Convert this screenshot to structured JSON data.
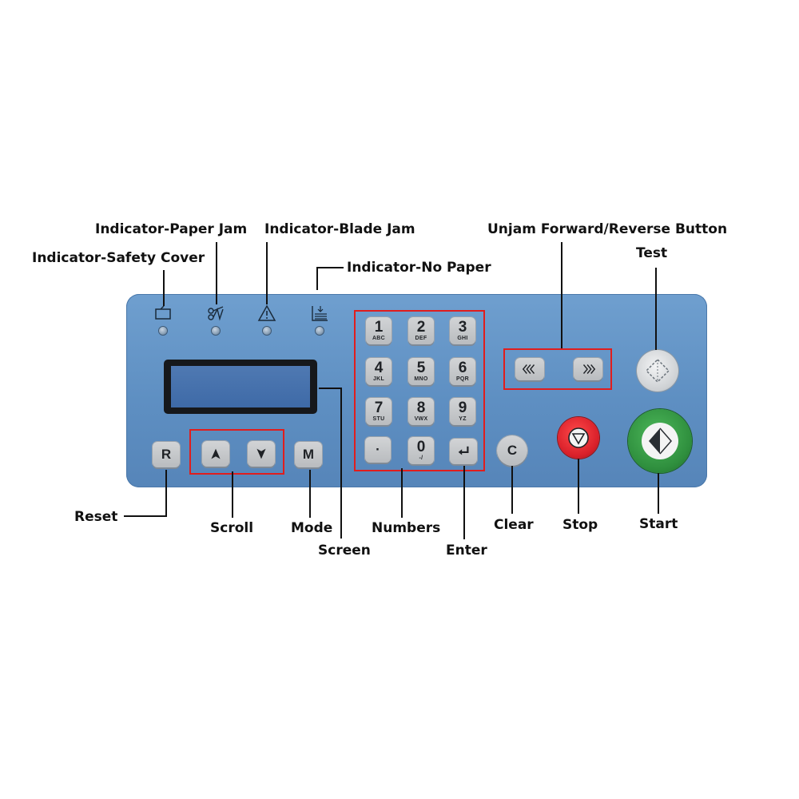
{
  "labels": {
    "safety_cover": "Indicator-Safety Cover",
    "paper_jam": "Indicator-Paper Jam",
    "blade_jam": "Indicator-Blade Jam",
    "no_paper": "Indicator-No Paper",
    "unjam": "Unjam Forward/Reverse Button",
    "test": "Test",
    "reset": "Reset",
    "scroll": "Scroll",
    "mode": "Mode",
    "screen": "Screen",
    "numbers": "Numbers",
    "enter": "Enter",
    "clear": "Clear",
    "stop": "Stop",
    "start": "Start"
  },
  "keys": {
    "reset": "R",
    "mode": "M",
    "clear": "C",
    "dot": "·",
    "numpad": [
      {
        "num": "1",
        "letters": "ABC"
      },
      {
        "num": "2",
        "letters": "DEF"
      },
      {
        "num": "3",
        "letters": "GHI"
      },
      {
        "num": "4",
        "letters": "JKL"
      },
      {
        "num": "5",
        "letters": "MNO"
      },
      {
        "num": "6",
        "letters": "PQR"
      },
      {
        "num": "7",
        "letters": "STU"
      },
      {
        "num": "8",
        "letters": "VWX"
      },
      {
        "num": "9",
        "letters": "YZ"
      },
      {
        "num": "0",
        "letters": "-/"
      }
    ]
  },
  "colors": {
    "panel": "#5e8fc2",
    "highlight": "#e11d1d",
    "stop": "#d9202a",
    "start": "#2f8f3e",
    "key": "#c4c7ca"
  },
  "icons": [
    "safety-cover-icon",
    "paper-jam-icon",
    "blade-jam-icon",
    "no-paper-icon",
    "up-arrow-icon",
    "down-arrow-icon",
    "enter-icon",
    "reverse-chevron-icon",
    "forward-chevron-icon",
    "test-diamond-icon",
    "stop-icon",
    "start-icon"
  ]
}
